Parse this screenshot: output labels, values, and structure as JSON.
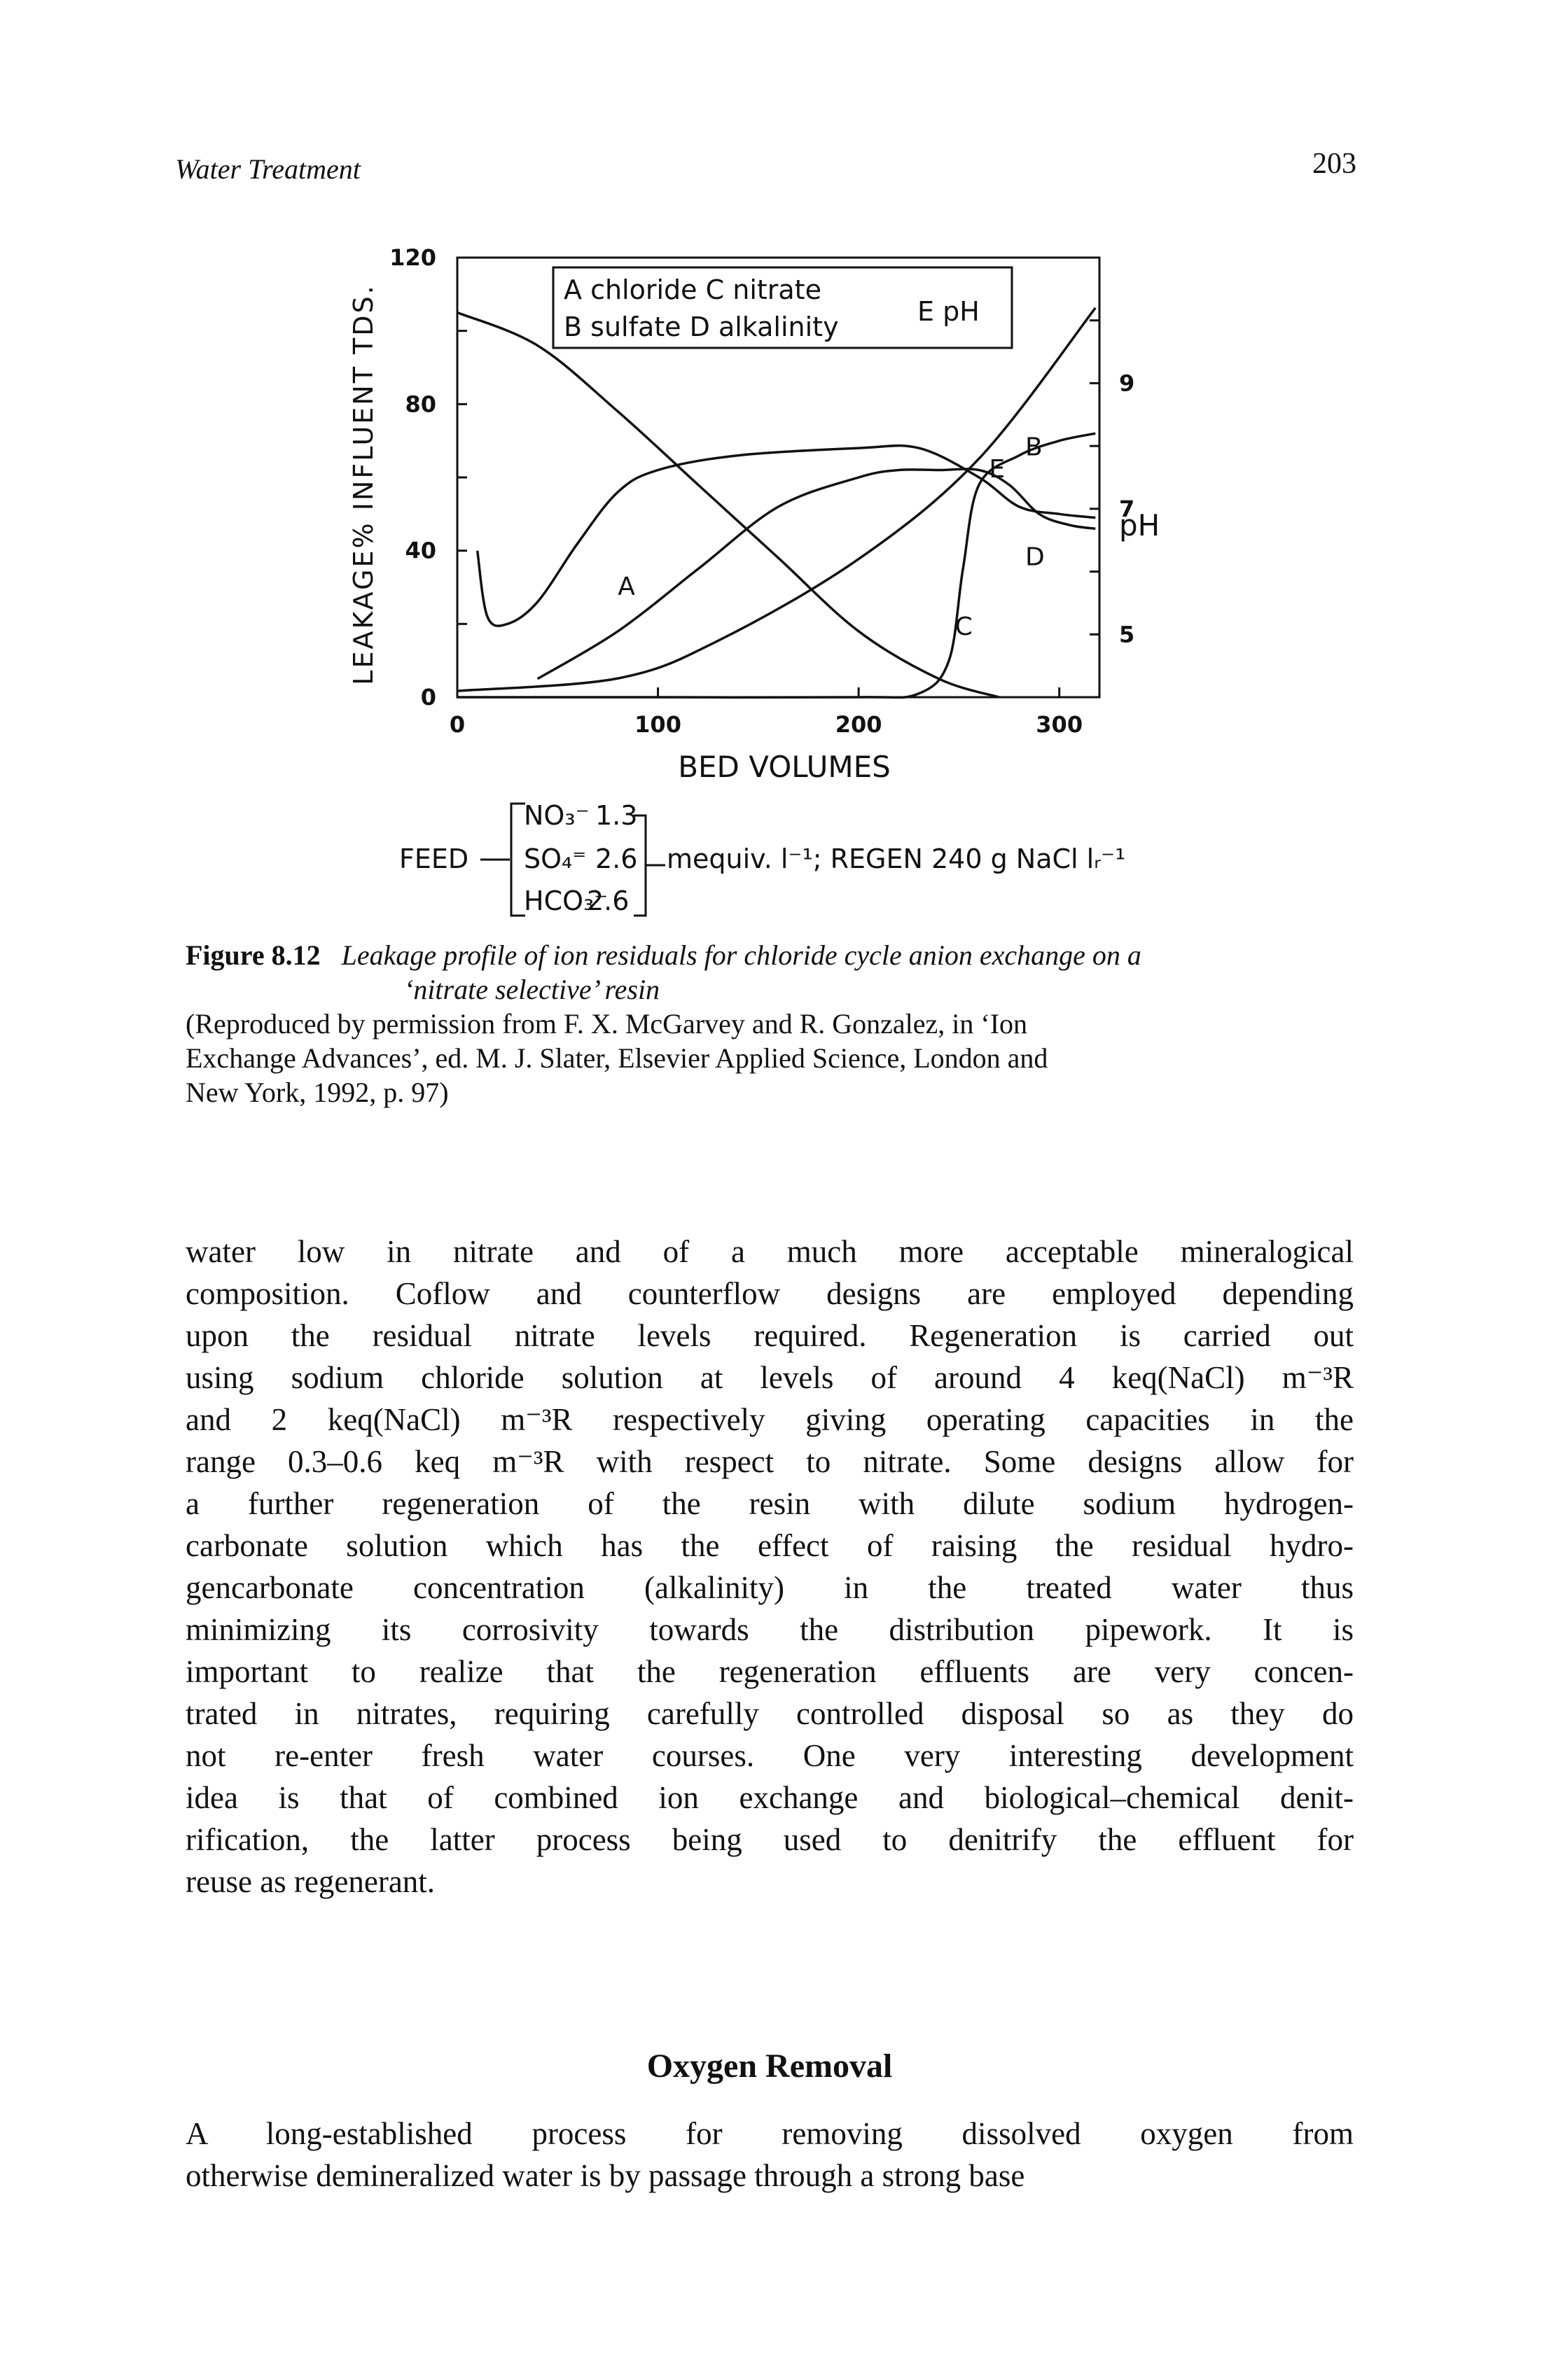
{
  "header": {
    "running_head": "Water Treatment",
    "page_number": "203"
  },
  "figure": {
    "y_axis_title": "LEAKAGE% INFLUENT TDS.",
    "x_axis_title": "BED VOLUMES",
    "right_axis_title": "pH",
    "legend": {
      "row1": "A chloride C nitrate",
      "row2": "B sulfate D alkalinity",
      "e_label": "E pH"
    },
    "curve_labels": [
      "A",
      "B",
      "C",
      "D",
      "E"
    ],
    "feed": {
      "label": "FEED",
      "no3_name": "NO₃⁻",
      "no3_val": "1.3",
      "so4_name": "SO₄⁼",
      "so4_val": "2.6",
      "hco3_name": "HCO₃⁻",
      "hco3_val": "2.6",
      "units": "mequiv. l⁻¹; REGEN 240 g NaCl lᵣ⁻¹"
    }
  },
  "chart_data": {
    "type": "line",
    "xlabel": "BED VOLUMES",
    "ylabel": "LEAKAGE% INFLUENT TDS.",
    "y2label": "pH",
    "xlim": [
      0,
      320
    ],
    "ylim": [
      0,
      120
    ],
    "y2lim": [
      4,
      11
    ],
    "xticks": [
      "0",
      "100",
      "200",
      "300"
    ],
    "yticks": [
      "0",
      "40",
      "80",
      "120"
    ],
    "y2ticks": [
      "5",
      "7",
      "9"
    ],
    "series": [
      {
        "name": "A chloride",
        "x": [
          0,
          40,
          80,
          120,
          160,
          200,
          240,
          270
        ],
        "y": [
          105,
          96,
          78,
          58,
          38,
          18,
          5,
          0
        ]
      },
      {
        "name": "B sulfate",
        "x": [
          40,
          80,
          120,
          160,
          200,
          220,
          240,
          260,
          275,
          290,
          305,
          318
        ],
        "y": [
          5,
          18,
          35,
          52,
          60,
          62,
          62,
          62,
          58,
          50,
          47,
          46
        ]
      },
      {
        "name": "C nitrate",
        "x": [
          0,
          100,
          200,
          230,
          245,
          252,
          260,
          280,
          300,
          318
        ],
        "y": [
          0,
          0,
          0,
          1,
          10,
          35,
          58,
          66,
          70,
          72
        ]
      },
      {
        "name": "D alkalinity",
        "x": [
          10,
          15,
          25,
          40,
          60,
          80,
          100,
          140,
          200,
          230,
          260,
          280,
          300,
          318
        ],
        "y": [
          40,
          22,
          20,
          26,
          42,
          56,
          62,
          66,
          68,
          68,
          60,
          52,
          50,
          49
        ]
      },
      {
        "name": "E pH",
        "axis": "pH",
        "x": [
          0,
          80,
          130,
          200,
          260,
          318
        ],
        "y": [
          4.1,
          4.3,
          4.9,
          6.2,
          7.8,
          10.2
        ]
      }
    ]
  },
  "caption": {
    "label": "Figure 8.12",
    "title_line1": "Leakage profile of ion residuals for chloride cycle anion exchange on a",
    "title_line2": "‘nitrate selective’ resin",
    "credit_line1": "(Reproduced by permission from F. X. McGarvey and R. Gonzalez, in ‘Ion",
    "credit_line2": "Exchange Advances’, ed. M. J. Slater, Elsevier Applied Science, London and",
    "credit_line3": "New York, 1992, p. 97)"
  },
  "body": {
    "lines": [
      "water low in nitrate and of a much more acceptable mineralogical",
      "composition. Coflow and counterflow designs are employed depending",
      "upon the residual nitrate levels required. Regeneration is carried out",
      "using sodium chloride solution at levels of around 4 keq(NaCl) m⁻³R",
      "and 2 keq(NaCl) m⁻³R respectively giving operating capacities in the",
      "range 0.3–0.6 keq m⁻³R with respect to nitrate. Some designs allow for",
      "a further regeneration of the resin with dilute sodium hydrogen-",
      "carbonate solution which has the effect of raising the residual hydro-",
      "gencarbonate concentration (alkalinity) in the treated water thus",
      "minimizing its corrosivity towards the distribution pipework. It is",
      "important to realize that the regeneration effluents are very concen-",
      "trated in nitrates, requiring carefully controlled disposal so as they do",
      "not re-enter fresh water courses. One very interesting development",
      "idea is that of combined ion exchange and biological–chemical denit-",
      "rification, the latter process being used to denitrify the effluent for",
      "reuse as regenerant."
    ]
  },
  "section": {
    "heading": "Oxygen Removal",
    "lines": [
      "A long-established process for removing dissolved oxygen from",
      "otherwise demineralized water is by passage through a strong base"
    ]
  }
}
